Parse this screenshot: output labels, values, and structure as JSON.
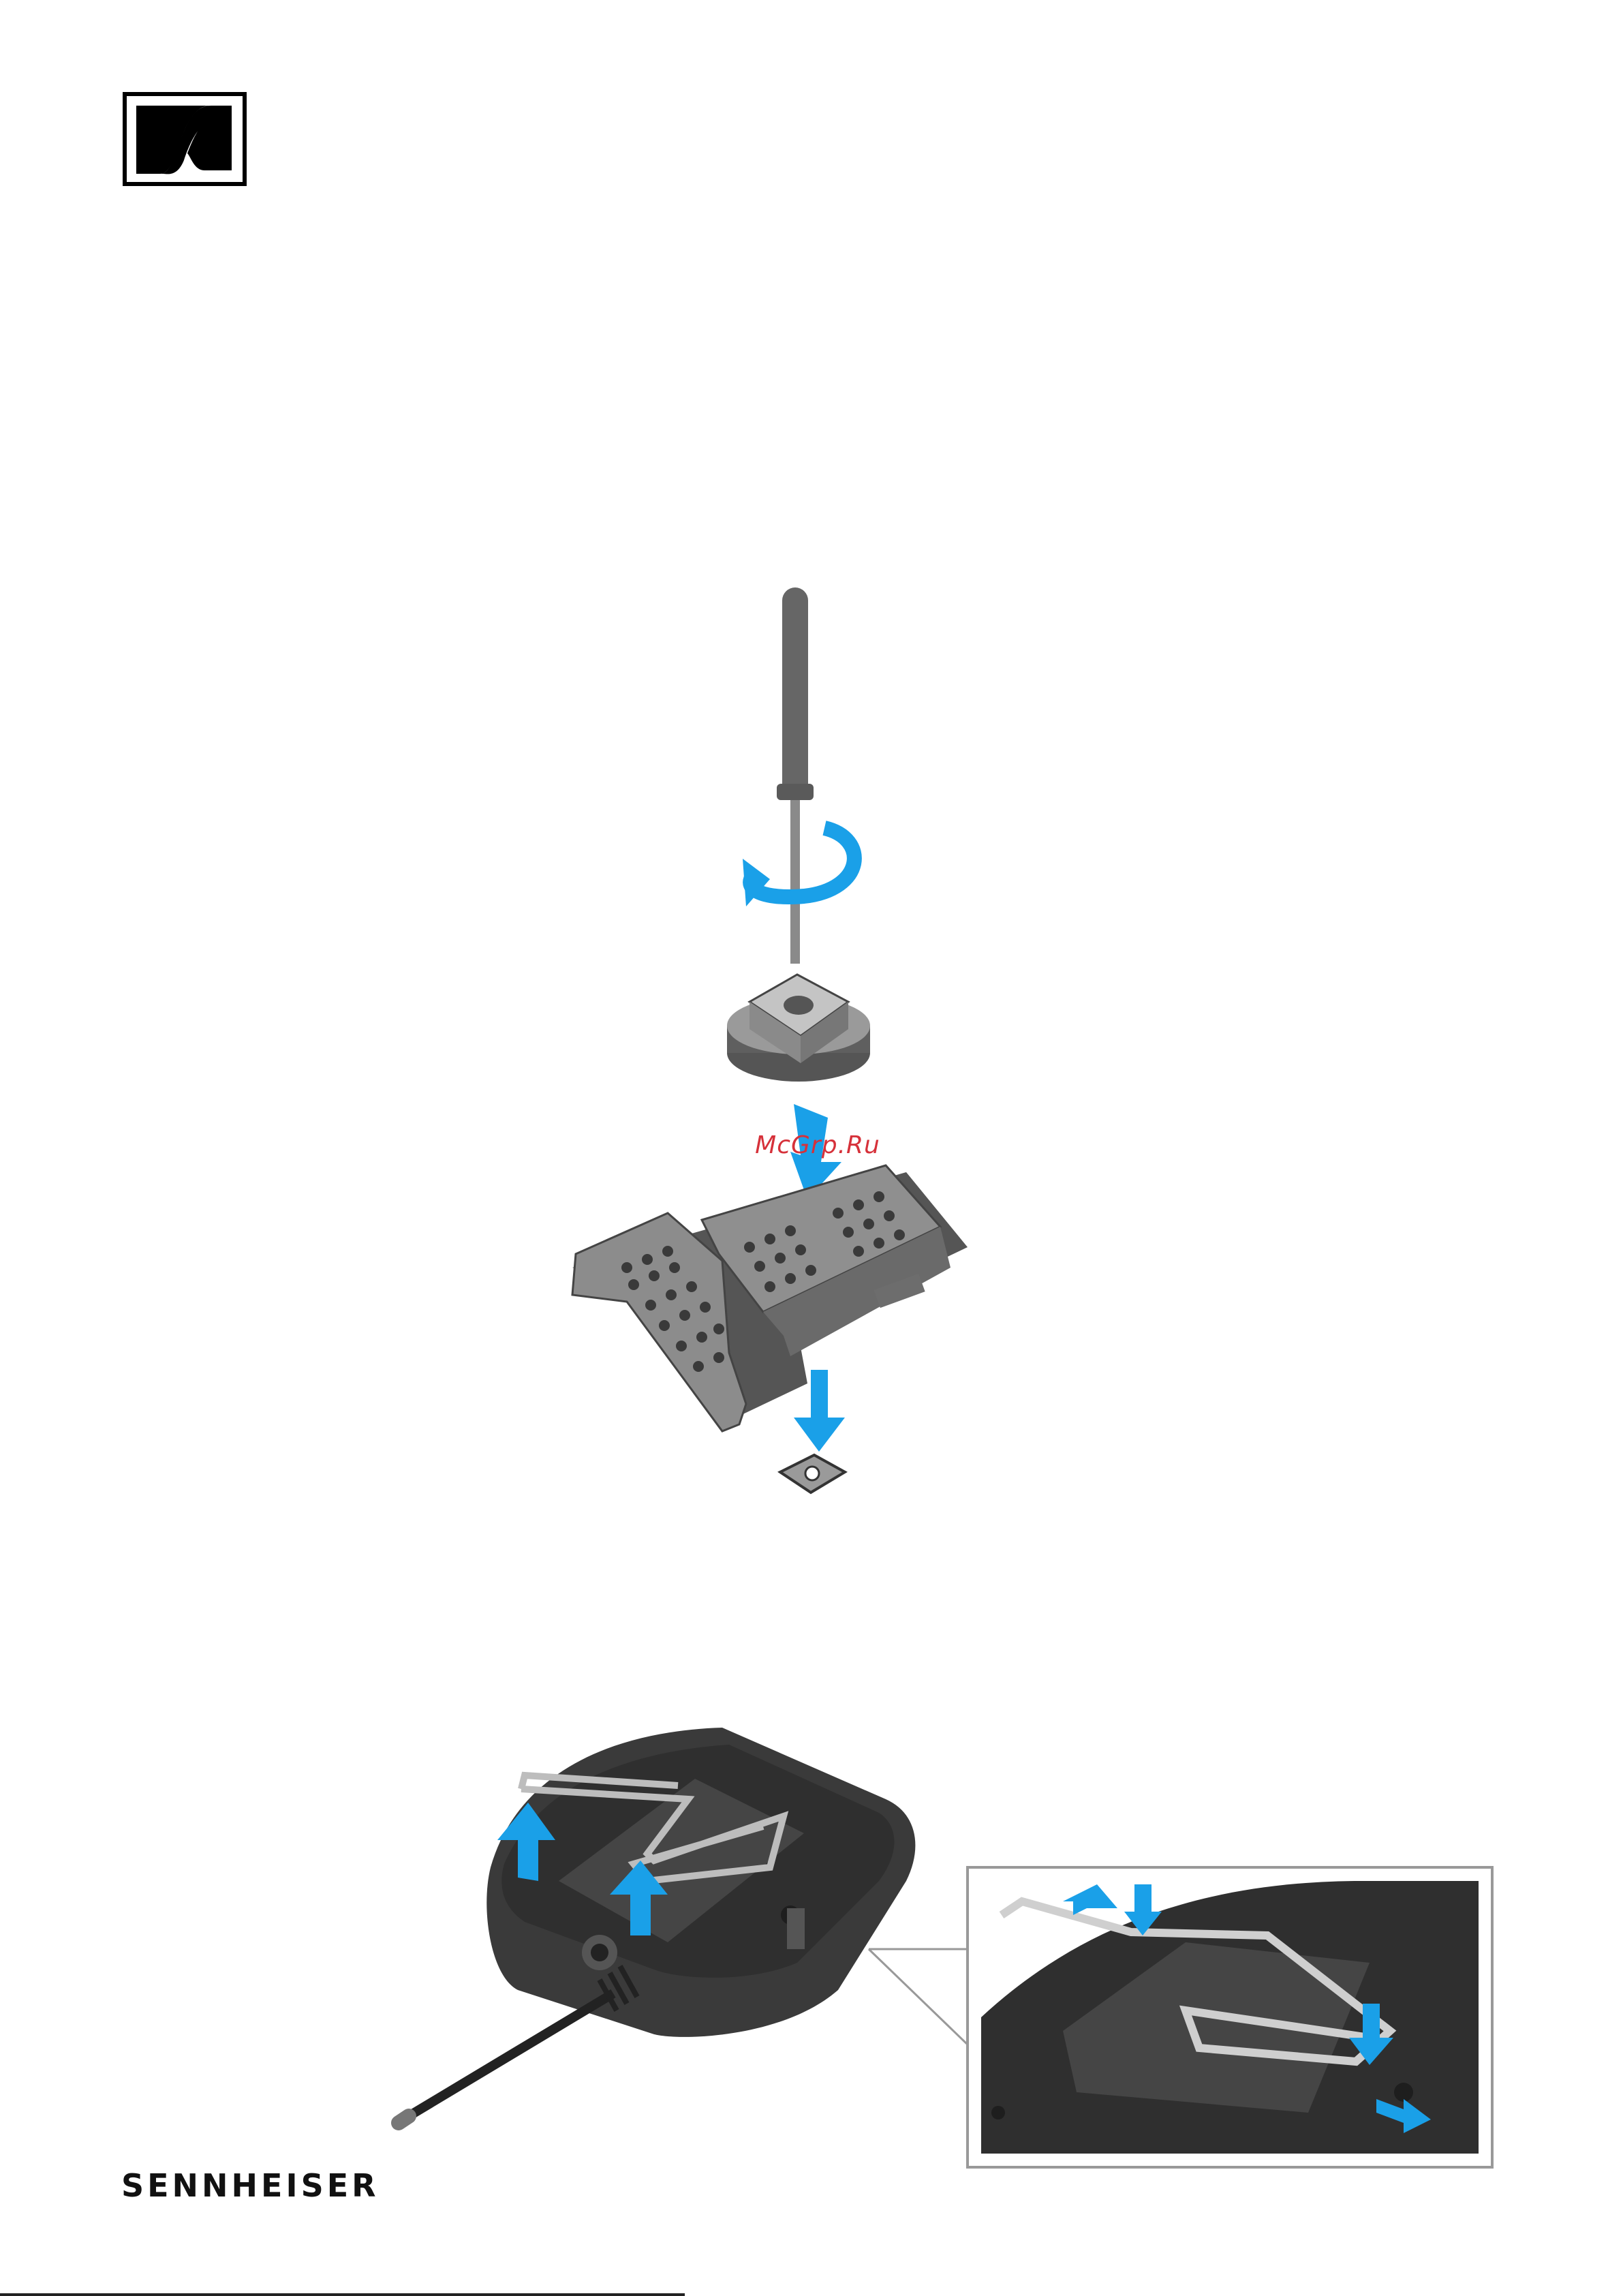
{
  "logo": {
    "brand_name": "SENNHEISER"
  },
  "watermark": {
    "text": "McGrp.Ru"
  },
  "footer": {
    "brand": "SENNHEISER"
  },
  "colors": {
    "arrow_blue": "#1aa0e8",
    "device_dark": "#3a3a3a",
    "plate_grey": "#7d7d7d"
  },
  "illustrations": [
    {
      "name": "mount-adapter-assembly",
      "depicts": [
        "screwdriver",
        "rotation-arrow",
        "threaded-adapter",
        "mounting-plate",
        "square-nut"
      ]
    },
    {
      "name": "belt-clip-removal",
      "depicts": [
        "bodypack-transmitter",
        "belt-clip",
        "antenna",
        "detail-inset"
      ]
    }
  ]
}
